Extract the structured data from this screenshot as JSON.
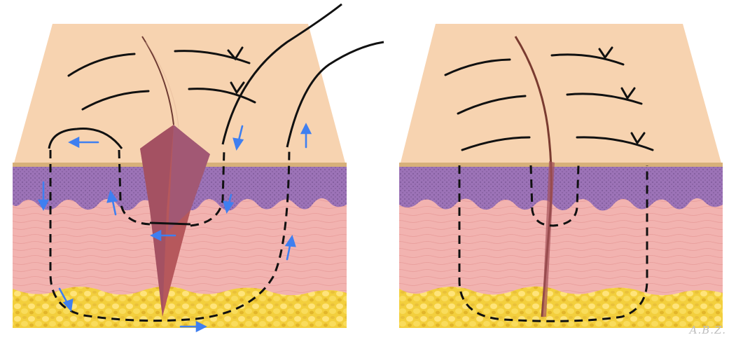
{
  "diagram": {
    "panels": [
      {
        "id": "left",
        "state": "suture-loose"
      },
      {
        "id": "right",
        "state": "suture-tied"
      }
    ],
    "layers": [
      "epidermis-surface",
      "epidermis",
      "dermis",
      "subcutaneous-fat"
    ],
    "colors": {
      "skin_surface": "#f7d3b0",
      "epidermis": "#9c73b7",
      "dermis": "#f2b3b0",
      "fat": "#f3cf3d",
      "wound": "#b6585c",
      "suture": "#111111",
      "arrows": "#3f7ff0",
      "background": "#ffffff"
    },
    "signature": "A.B.Z."
  }
}
